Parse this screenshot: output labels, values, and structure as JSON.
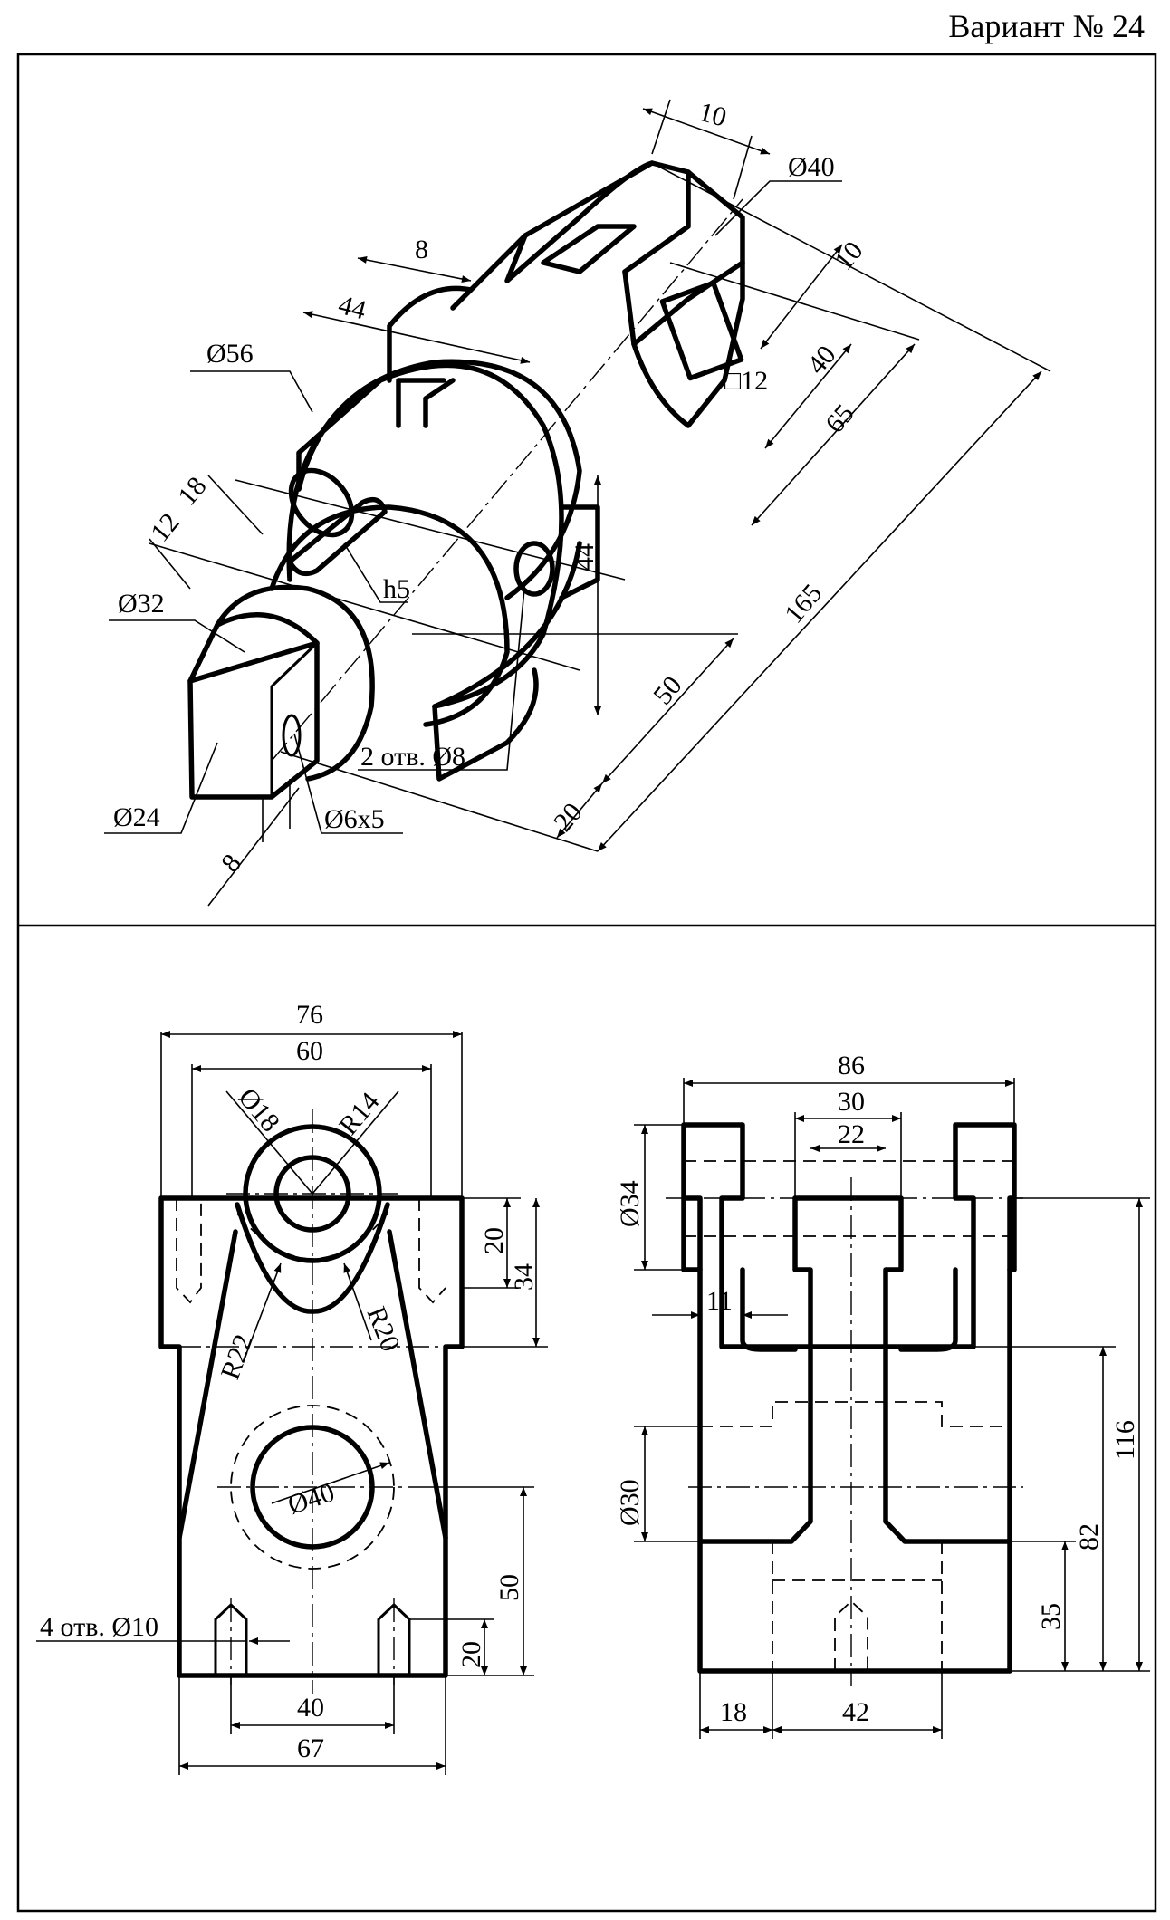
{
  "header": {
    "variant": "Вариант № 24"
  },
  "iso_view": {
    "dims": {
      "d10_top": "10",
      "d40_dia": "Ø40",
      "d8_top": "8",
      "d44_top": "44",
      "d56": "Ø56",
      "d10_right": "10",
      "d12_sq": "□12",
      "d40_right": "40",
      "d65": "65",
      "d18": "18",
      "d12_left": "12",
      "d44_vert": "44",
      "h5": "h5",
      "d32": "Ø32",
      "d165": "165",
      "d50": "50",
      "holes8": "2 отв. Ø8",
      "d20": "20",
      "d24": "Ø24",
      "d6x5": "Ø6x5",
      "d8_bottom": "8"
    }
  },
  "front_view": {
    "dims": {
      "w76": "76",
      "w60": "60",
      "d18": "Ø18",
      "r14": "R14",
      "h20": "20",
      "h34": "34",
      "r22": "R22",
      "r20": "R20",
      "d40": "Ø40",
      "h50": "50",
      "h20b": "20",
      "holes10": "4 отв. Ø10",
      "w40": "40",
      "w67": "67"
    }
  },
  "side_view": {
    "dims": {
      "w86": "86",
      "w30": "30",
      "w22": "22",
      "d34": "Ø34",
      "w11": "11",
      "d30": "Ø30",
      "h116": "116",
      "h82": "82",
      "h35": "35",
      "w18": "18",
      "w42": "42"
    }
  }
}
